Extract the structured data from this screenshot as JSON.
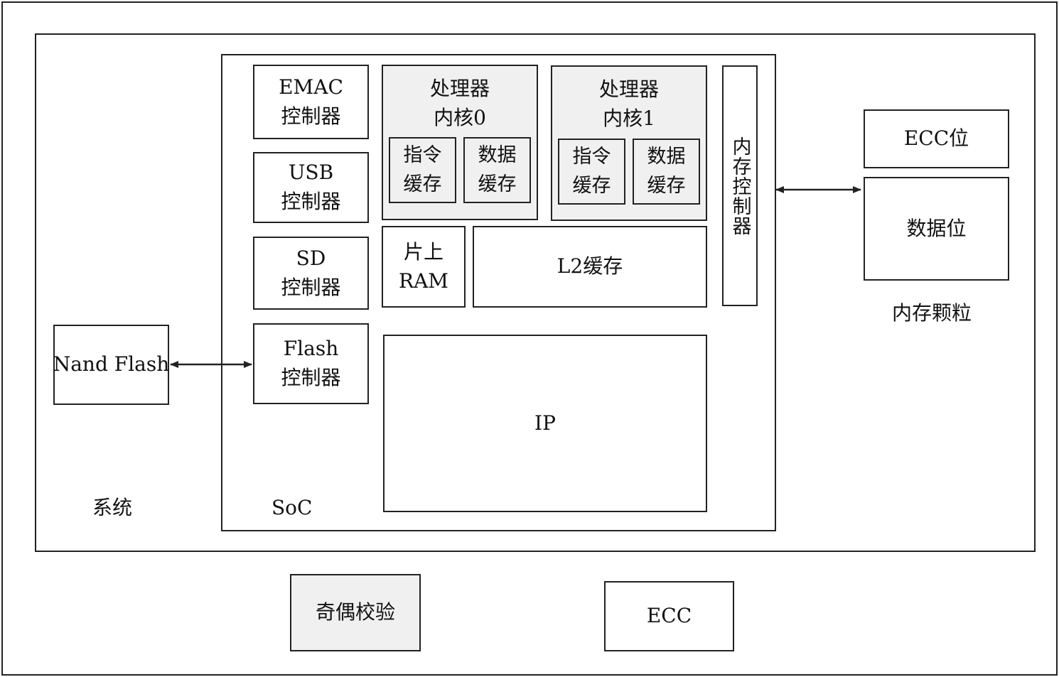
{
  "diagram": {
    "system": {
      "label": "系统"
    },
    "soc": {
      "label": "SoC"
    },
    "nand_flash": {
      "label": "Nand Flash"
    },
    "controllers": {
      "emac": {
        "line1": "EMAC",
        "line2": "控制器"
      },
      "usb": {
        "line1": "USB",
        "line2": "控制器"
      },
      "sd": {
        "line1": "SD",
        "line2": "控制器"
      },
      "flash": {
        "line1": "Flash",
        "line2": "控制器"
      }
    },
    "core0": {
      "line1": "处理器",
      "line2": "内核0",
      "icache": {
        "line1": "指令",
        "line2": "缓存"
      },
      "dcache": {
        "line1": "数据",
        "line2": "缓存"
      }
    },
    "core1": {
      "line1": "处理器",
      "line2": "内核1",
      "icache": {
        "line1": "指令",
        "line2": "缓存"
      },
      "dcache": {
        "line1": "数据",
        "line2": "缓存"
      }
    },
    "onchip_ram": {
      "line1": "片上",
      "line2": "RAM"
    },
    "l2_cache": {
      "label": "L2缓存"
    },
    "ip": {
      "label": "IP"
    },
    "memory_controller": {
      "label": "内存控制器"
    },
    "memory_chip": {
      "label": "内存颗粒",
      "ecc_bits": "ECC位",
      "data_bits": "数据位"
    },
    "legend": {
      "parity": "奇偶校验",
      "ecc": "ECC"
    },
    "colors": {
      "stroke": "#222222",
      "grey_fill": "#f0f0f0"
    }
  }
}
